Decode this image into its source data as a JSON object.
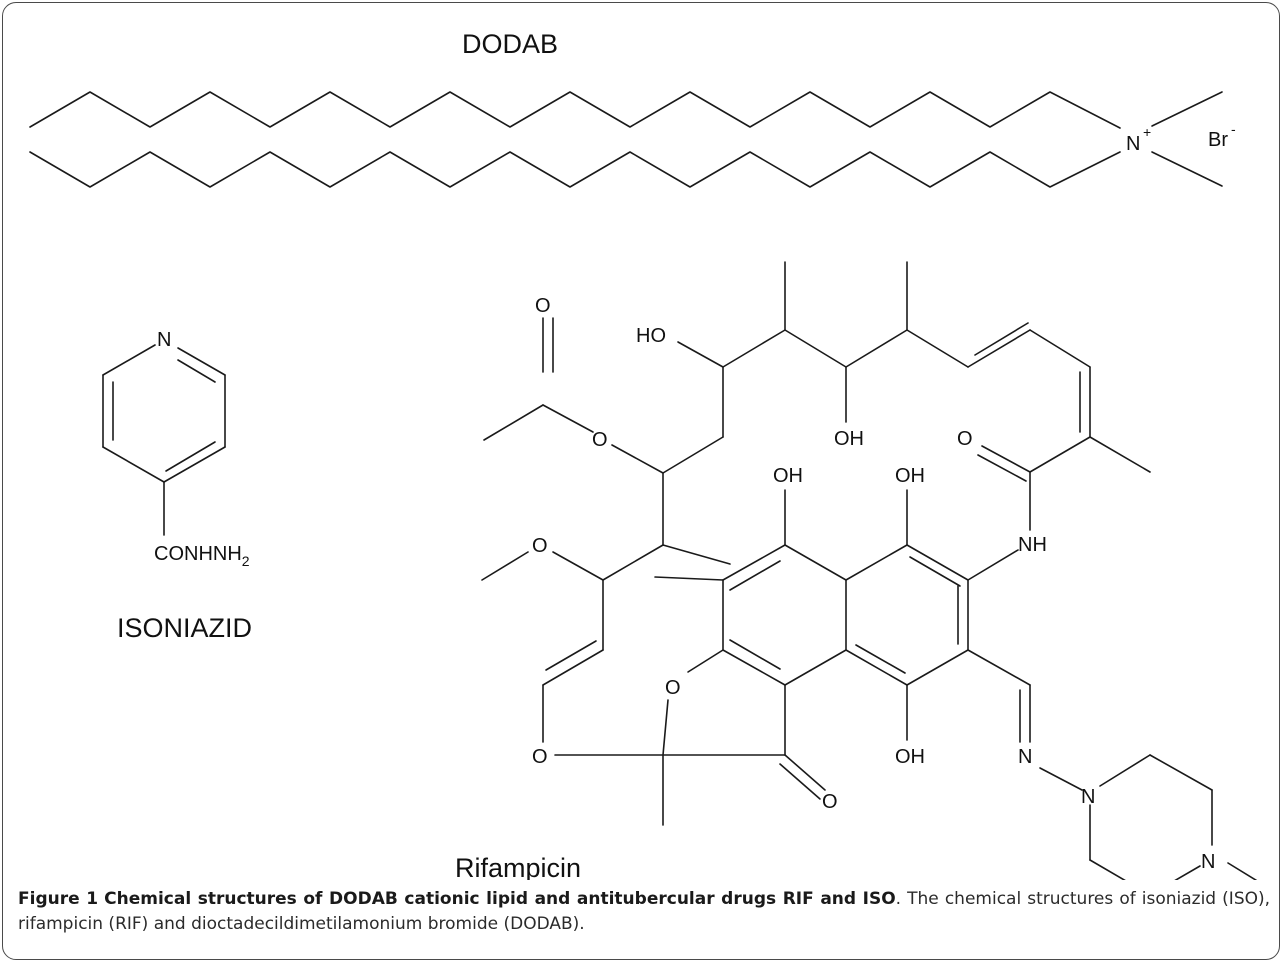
{
  "figure": {
    "molecules": {
      "dodab": {
        "name": "DODAB",
        "nitrogen": "N",
        "nitrogen_charge": "+",
        "counterion": "Br",
        "counterion_charge": "-"
      },
      "isoniazid": {
        "name": "ISONIAZID",
        "ring_n": "N",
        "substituent": "CONHNH",
        "substituent_sub": "2"
      },
      "rifampicin": {
        "name": "Rifampicin",
        "atoms": {
          "o_carbonyl_top": "O",
          "o_ester": "O",
          "ho_top": "HO",
          "oh_mid": "OH",
          "o_amide": "O",
          "nh": "NH",
          "oh_naph_1": "OH",
          "oh_naph_2": "OH",
          "o_methoxy": "O",
          "o_furan": "O",
          "o_ring": "O",
          "oh_bottom": "OH",
          "o_ketone": "O",
          "n_imine": "N",
          "n_pip_1": "N",
          "n_pip_2": "N"
        }
      }
    },
    "caption": {
      "label": "Figure 1",
      "title": "Chemical structures of DODAB cationic lipid and antitubercular drugs RIF and ISO",
      "text": ". The chemical structures of isoniazid (ISO), rifampicin (RIF) and dioctadecildimetilamonium bromide (DODAB)."
    }
  }
}
